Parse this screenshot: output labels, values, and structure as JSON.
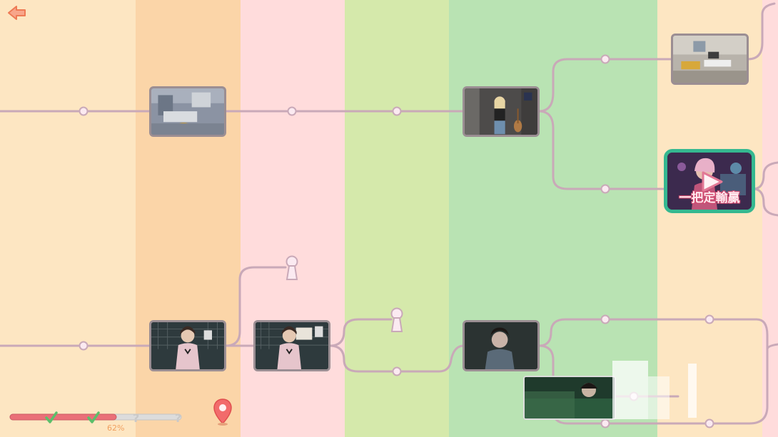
{
  "screen": "story-branch-map",
  "colors": {
    "band_1": "#fde6c2",
    "band_2": "#fbd5a8",
    "band_3": "#ffdcdc",
    "band_4": "#d5e9ab",
    "band_5": "#b9e3b3",
    "band_6": "#fde6c2",
    "band_7": "#ffdcdc",
    "line": "#c9a9b8",
    "frame": "#9b8e93",
    "active_border": "#35b890",
    "progress_fill": "#ea6f78",
    "progress_track": "#dcdcdc",
    "check": "#5cbf6a",
    "accent": "#ee7a55"
  },
  "back_button": {
    "icon": "back-arrow-icon"
  },
  "active_node": {
    "caption": "一把定輸贏",
    "icon": "play-icon"
  },
  "progress": {
    "percent_label": "62%",
    "fraction": 0.62,
    "checkpoints": [
      {
        "state": "done",
        "icon": "check-icon"
      },
      {
        "state": "done",
        "icon": "check-icon"
      },
      {
        "state": "unknown",
        "icon": "question-icon"
      },
      {
        "state": "unknown",
        "icon": "question-icon"
      }
    ]
  },
  "location_button": {
    "icon": "map-pin-icon"
  },
  "scenes": [
    {
      "id": "living-room",
      "locked": false
    },
    {
      "id": "girl-guitar-room",
      "locked": false
    },
    {
      "id": "office-room",
      "locked": false
    },
    {
      "id": "girl-street-1",
      "locked": false
    },
    {
      "id": "girl-street-2",
      "locked": false
    },
    {
      "id": "girl-dark",
      "locked": false
    },
    {
      "id": "girl-night-overlay",
      "locked": false
    }
  ]
}
